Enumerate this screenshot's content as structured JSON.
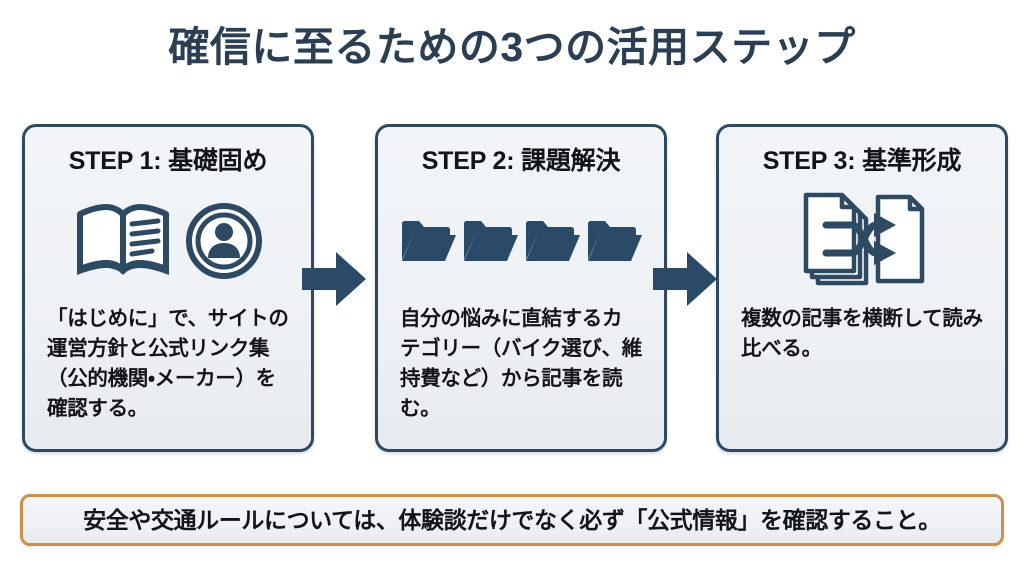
{
  "slide": {
    "title": "確信に至るための3つの活用ステップ",
    "background_color": "#ffffff",
    "title_color": "#2b3e52",
    "accent_color": "#2e4a63",
    "banner_border_color": "#c8924a",
    "card_fill_color": "#eef1f5"
  },
  "steps": [
    {
      "heading": "STEP 1: 基礎固め",
      "icons": [
        "open-book-icon",
        "official-seal-person-icon"
      ],
      "body": "「はじめに」で、サイトの運営方針と公式リンク集（公的機関・メーカー）を確認する。"
    },
    {
      "heading": "STEP 2: 課題解決",
      "icons": [
        "folder-icon",
        "folder-icon",
        "folder-icon",
        "folder-icon"
      ],
      "body": "自分の悩みに直結するカテゴリー（バイク選び、維持費など）から記事を読む。"
    },
    {
      "heading": "STEP 3: 基準形成",
      "icons": [
        "documents-shuffle-compare-icon"
      ],
      "body": "複数の記事を横断して読み比べる。"
    }
  ],
  "connectors": [
    {
      "name": "arrow-step1-to-step2",
      "glyph": "right-arrow-icon"
    },
    {
      "name": "arrow-step2-to-step3",
      "glyph": "right-arrow-icon"
    }
  ],
  "banner": {
    "text": "安全や交通ルールについては、体験談だけでなく必ず「公式情報」を確認すること。"
  }
}
